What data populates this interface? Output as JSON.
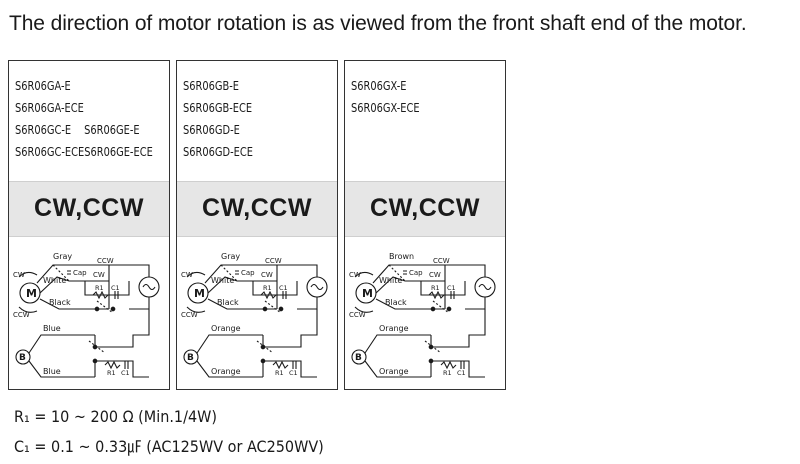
{
  "heading": "The direction of motor rotation is as viewed from the front shaft end of the motor.",
  "panels": [
    {
      "models": [
        [
          "S6R06GA-E",
          ""
        ],
        [
          "S6R06GA-ECE",
          ""
        ],
        [
          "S6R06GC-E",
          "S6R06GE-E"
        ],
        [
          "S6R06GC-ECE",
          "S6R06GE-ECE"
        ]
      ],
      "rotation": "CW,CCW",
      "wires": {
        "top": "Gray",
        "mid": "White",
        "lower": "Black",
        "brake_top": "Blue",
        "brake_bottom": "Blue"
      },
      "labels": {
        "cw": "CW",
        "ccw": "CCW",
        "cap": "Cap",
        "r1": "R1",
        "c1": "C1",
        "motor": "M",
        "brake": "B"
      }
    },
    {
      "models": [
        [
          "S6R06GB-E",
          ""
        ],
        [
          "S6R06GB-ECE",
          ""
        ],
        [
          "S6R06GD-E",
          ""
        ],
        [
          "S6R06GD-ECE",
          ""
        ]
      ],
      "rotation": "CW,CCW",
      "wires": {
        "top": "Gray",
        "mid": "White",
        "lower": "Black",
        "brake_top": "Orange",
        "brake_bottom": "Orange"
      },
      "labels": {
        "cw": "CW",
        "ccw": "CCW",
        "cap": "Cap",
        "r1": "R1",
        "c1": "C1",
        "motor": "M",
        "brake": "B"
      }
    },
    {
      "models": [
        [
          "",
          ""
        ],
        [
          "",
          ""
        ],
        [
          "S6R06GX-E",
          ""
        ],
        [
          "S6R06GX-ECE",
          ""
        ]
      ],
      "rotation": "CW,CCW",
      "wires": {
        "top": "Brown",
        "mid": "White",
        "lower": "Black",
        "brake_top": "Orange",
        "brake_bottom": "Orange"
      },
      "labels": {
        "cw": "CW",
        "ccw": "CCW",
        "cap": "Cap",
        "r1": "R1",
        "c1": "C1",
        "motor": "M",
        "brake": "B"
      }
    }
  ],
  "specs": {
    "r1": "R₁ = 10 ~ 200 Ω (Min.1/4W)",
    "c1": "C₁ = 0.1 ~ 0.33㎌ (AC125WV  or  AC250WV)"
  }
}
